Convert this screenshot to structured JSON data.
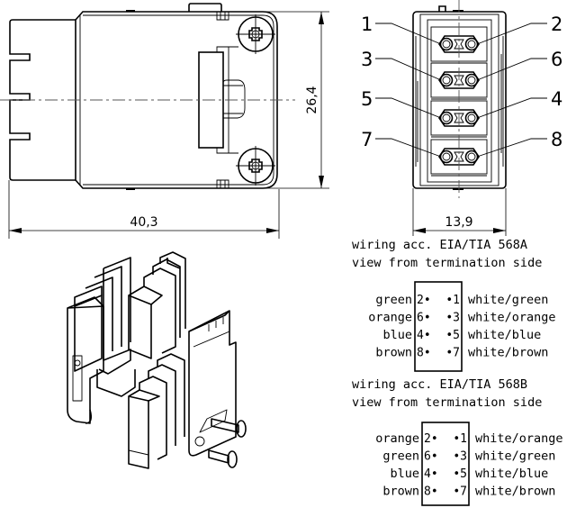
{
  "dimensions": {
    "length": "40,3",
    "height": "26,4",
    "width": "13,9"
  },
  "front_view": {
    "callouts_left": [
      "1",
      "3",
      "5",
      "7"
    ],
    "callouts_right": [
      "2",
      "6",
      "4",
      "8"
    ]
  },
  "wiring": [
    {
      "title_line1": "wiring acc. EIA/TIA 568A",
      "title_line2": "view from termination side",
      "rows": [
        {
          "left_color": "green",
          "left_pin": "2•",
          "right_pin": "•1",
          "right_color": "white/green"
        },
        {
          "left_color": "orange",
          "left_pin": "6•",
          "right_pin": "•3",
          "right_color": "white/orange"
        },
        {
          "left_color": "blue",
          "left_pin": "4•",
          "right_pin": "•5",
          "right_color": "white/blue"
        },
        {
          "left_color": "brown",
          "left_pin": "8•",
          "right_pin": "•7",
          "right_color": "white/brown"
        }
      ]
    },
    {
      "title_line1": "wiring acc. EIA/TIA 568B",
      "title_line2": "view from termination side",
      "rows": [
        {
          "left_color": "orange",
          "left_pin": "2•",
          "right_pin": "•1",
          "right_color": "white/orange"
        },
        {
          "left_color": "green",
          "left_pin": "6•",
          "right_pin": "•3",
          "right_color": "white/green"
        },
        {
          "left_color": "blue",
          "left_pin": "4•",
          "right_pin": "•5",
          "right_color": "white/blue"
        },
        {
          "left_color": "brown",
          "left_pin": "8•",
          "right_pin": "•7",
          "right_color": "white/brown"
        }
      ]
    }
  ]
}
